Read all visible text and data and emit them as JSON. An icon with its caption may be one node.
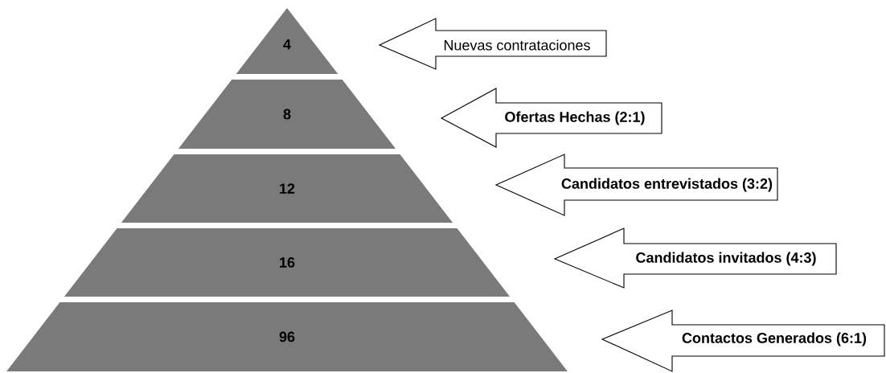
{
  "diagram": {
    "nodes": [
      {
        "text": [
          "4"
        ]
      },
      {
        "text": [
          "8"
        ]
      },
      {
        "text": [
          "12"
        ]
      },
      {
        "text": [
          "16"
        ]
      },
      {
        "text": [
          "96"
        ]
      },
      {
        "text": [
          "Nuevas contrataciones"
        ]
      },
      {
        "text": [
          "Ofertas Hechas (2:1)"
        ]
      },
      {
        "text": [
          "Candidatos entrevistados (3:2)"
        ]
      },
      {
        "text": [
          "Candidatos invitados (4:3)"
        ]
      },
      {
        "text": [
          "Contactos Generados  (6:1)"
        ]
      }
    ]
  }
}
